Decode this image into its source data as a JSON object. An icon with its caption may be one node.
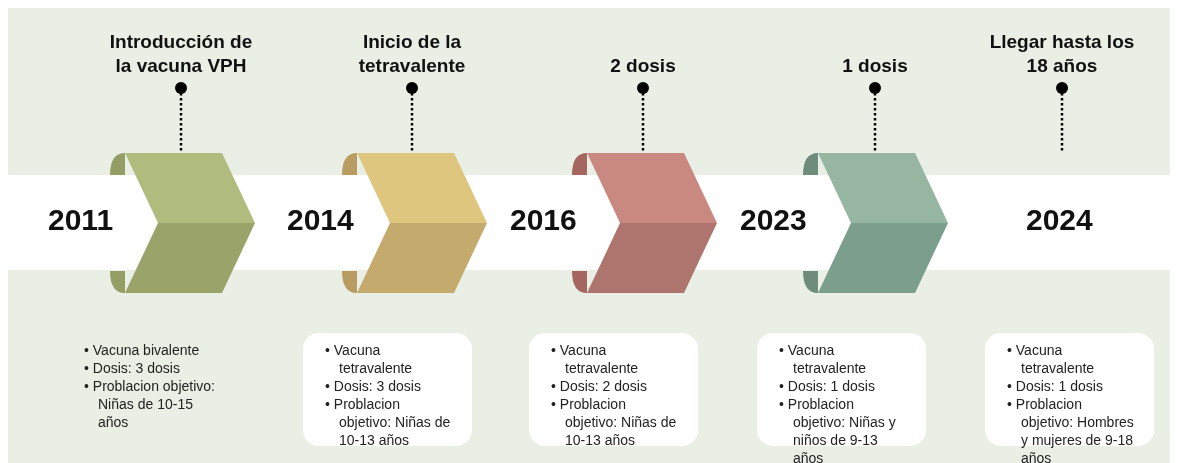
{
  "diagram": {
    "nodes": [
      {
        "text": [
          "Introducción de la vacuna VPH"
        ]
      },
      {
        "text": [
          "Inicio de la tetravalente"
        ]
      },
      {
        "text": [
          "2 dosis"
        ]
      },
      {
        "text": [
          "1 dosis"
        ]
      },
      {
        "text": [
          "Llegar hasta los 18 años"
        ]
      },
      {
        "text": [],
        "shape": "chevron"
      },
      {
        "text": [],
        "shape": "chevron"
      },
      {
        "text": [],
        "shape": "chevron"
      },
      {
        "text": [],
        "shape": "chevron"
      },
      {
        "text": [
          "• Vacuna bivalente",
          "• Dosis: 3 dosis",
          "• Problacion objetivo: Niñas de 10-15 años"
        ]
      },
      {
        "text": [
          "• Vacuna tetravalente",
          "• Dosis: 3 dosis",
          "• Problacion objetivo: Niñas de 10-13 años"
        ]
      },
      {
        "text": [
          "• Vacuna tetravalente",
          "• Dosis: 2 dosis",
          "• Problacion objetivo: Niñas de 10-13 años"
        ]
      },
      {
        "text": [
          "• Vacuna tetravalente",
          "• Dosis: 1 dosis",
          "• Problacion objetivo: Niñas y niños de 9-13 años"
        ]
      },
      {
        "text": [
          "• Vacuna tetravalente",
          "• Dosis: 1 dosis",
          "• Problacion objetivo: Hombres y mujeres de 9-18 años"
        ]
      }
    ],
    "edges": [
      {
        "from": 0,
        "to": 5,
        "arrow": "other",
        "style": "dashed"
      },
      {
        "from": 1,
        "to": 6,
        "arrow": "other",
        "style": "dashed"
      },
      {
        "from": 2,
        "to": 7,
        "arrow": "other",
        "style": "dashed"
      },
      {
        "from": 3,
        "to": 8,
        "arrow": "other",
        "style": "dashed"
      },
      {
        "from": 4,
        "to": null,
        "arrow": "other",
        "style": "dashed"
      }
    ],
    "labels": [
      "2011",
      "2014",
      "2016",
      "2023",
      "2024"
    ]
  }
}
